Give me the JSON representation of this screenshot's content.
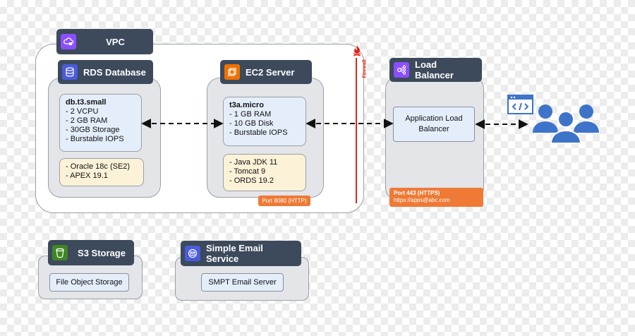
{
  "vpc": {
    "title": "VPC"
  },
  "rds": {
    "title": "RDS Database",
    "spec_title": "db.t3.small",
    "spec_items": [
      "- 2 VCPU",
      "- 2 GB RAM",
      "- 30GB Storage",
      "- Burstable IOPS"
    ],
    "software": [
      "- Oracle 18c (SE2)",
      "- APEX 19.1"
    ]
  },
  "ec2": {
    "title": "EC2 Server",
    "spec_title": "t3a.micro",
    "spec_items": [
      "- 1 GB RAM",
      "- 10 GB Disk",
      "- Burstable IOPS"
    ],
    "software": [
      "- Java JDK 11",
      "- Tomcat 9",
      "- ORDS 19.2"
    ],
    "port": "Port 8080 (HTTP)"
  },
  "firewall": {
    "label": "Firewall"
  },
  "lb": {
    "title": "Load Balancer",
    "card": "Application Load Balancer",
    "port": "Port 443 (HTTPS)",
    "url": "https://apps@abc.com"
  },
  "s3": {
    "title": "S3 Storage",
    "card": "File Object Storage"
  },
  "ses": {
    "title": "Simple Email Service",
    "card": "SMPT Email Server"
  },
  "colors": {
    "header_bg": "#3c4a5c",
    "vpc_icon": "#8c4fff",
    "rds_icon": "#4a5bdc",
    "ec2_icon": "#ed7100",
    "lb_icon": "#8c4fff",
    "s3_icon": "#3f8624",
    "ses_icon": "#4a5bdc",
    "firewall": "#e2231a",
    "port_tag": "#ee7a35",
    "users": "#3d74c9"
  },
  "icons": {
    "vpc": "cloud-lock-icon",
    "rds": "database-icon",
    "ec2": "server-chip-icon",
    "lb": "load-balancer-icon",
    "s3": "bucket-icon",
    "ses": "email-icon",
    "firewall": "fire-icon",
    "browser": "code-window-icon",
    "users": "users-icon"
  }
}
